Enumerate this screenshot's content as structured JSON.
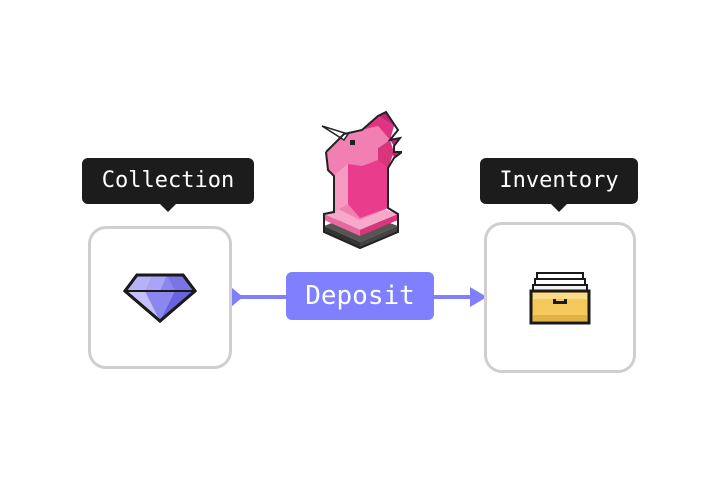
{
  "source": {
    "label": "Collection",
    "icon": "diamond-icon"
  },
  "action": {
    "label": "Deposit",
    "icon": "unicorn-knight-icon"
  },
  "destination": {
    "label": "Inventory",
    "icon": "drawer-box-icon"
  },
  "colors": {
    "accent": "#8080ff",
    "tooltip_bg": "#1c1c1c",
    "box_border": "#cfcfcf",
    "knight_pink": "#ee3d8f",
    "diamond": "#8c87ef",
    "drawer": "#f6c95c"
  }
}
